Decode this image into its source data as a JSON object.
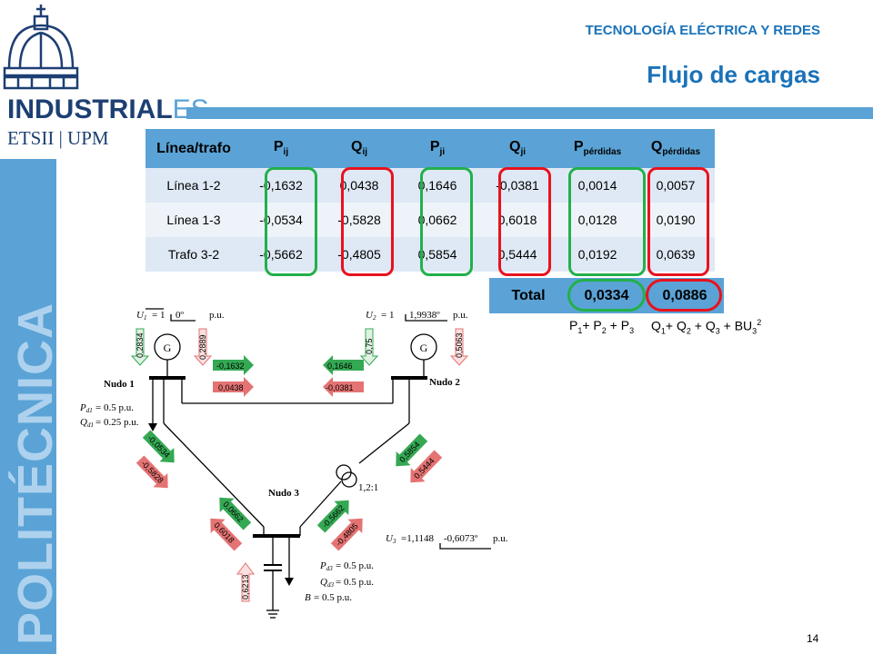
{
  "header": {
    "subtitle": "TECNOLOGÍA ELÉCTRICA Y REDES",
    "title": "Flujo de cargas"
  },
  "logo": {
    "name_bold": "INDUSTRIAL",
    "name_light": "ES",
    "sub": "ETSII | UPM",
    "side": "POLITÉCNICA"
  },
  "table": {
    "headers": [
      {
        "base": "Línea/trafo",
        "sub": ""
      },
      {
        "base": "P",
        "sub": "ij"
      },
      {
        "base": "Q",
        "sub": "ij"
      },
      {
        "base": "P",
        "sub": "ji"
      },
      {
        "base": "Q",
        "sub": "ji"
      },
      {
        "base": "P",
        "sub": "pérdidas"
      },
      {
        "base": "Q",
        "sub": "pérdidas"
      }
    ],
    "rows": [
      [
        "Línea 1-2",
        "-0,1632",
        "0,0438",
        "0,1646",
        "-0,0381",
        "0,0014",
        "0,0057"
      ],
      [
        "Línea 1-3",
        "-0,0534",
        "-0,5828",
        "0,0662",
        "0,6018",
        "0,0128",
        "0,0190"
      ],
      [
        "Trafo 3-2",
        "-0,5662",
        "-0,4805",
        "0,5854",
        "0,5444",
        "0,0192",
        "0,0639"
      ]
    ],
    "total": {
      "label": "Total",
      "p": "0,0334",
      "q": "0,0886"
    }
  },
  "formulas": {
    "p": {
      "a": "P",
      "a1": "1",
      "b": "+ P",
      "b1": "2",
      "c": " + P",
      "c1": "3"
    },
    "q": {
      "a": "Q",
      "a1": "1",
      "b": "+ Q",
      "b1": "2",
      "c": " + Q",
      "c1": "3",
      "d": " + BU",
      "d1": "3",
      "d2": "2"
    }
  },
  "diagram": {
    "u1": "= 1",
    "u1_angle": "0º",
    "u2": "= 1",
    "u2_angle": "1,9938º",
    "pu": "p.u.",
    "u3": "=1,1148",
    "u3_angle": "-0,6073º",
    "nodo1": "Nudo 1",
    "nodo2": "Nudo 2",
    "nodo3": "Nudo 3",
    "gen": "G",
    "trafo_ratio": "1,2:1",
    "pd1": "= 0.5 p.u.",
    "qd1": "= 0.25 p.u.",
    "pd3": "= 0.5 p.u.",
    "qd3": "= 0.5 p.u.",
    "b": "= 0.5 p.u.",
    "gen1_p": "0,2834",
    "gen1_q": "0,2889",
    "gen2_p": "0,75",
    "gen2_q": "0,5063",
    "l12_p1": "-0,1632",
    "l12_q1": "0,0438",
    "l12_p2": "0,1646",
    "l12_q2": "-0,0381",
    "l13_p1": "-0,0534",
    "l13_q1": "-0,5828",
    "l13_p3": "0,0662",
    "l13_q3": "0,6018",
    "t32_p3": "-0,5662",
    "t32_q3": "-0,4805",
    "t32_p2": "0,5854",
    "t32_q2": "0,5444",
    "cap_q": "0,6213"
  },
  "page_number": "14",
  "colors": {
    "accent": "#5ba3d6",
    "title": "#1a72b8",
    "green_ring": "#22b04b",
    "red_ring": "#e8121e",
    "p_arrow": "#34a853",
    "q_arrow": "#e57373"
  }
}
